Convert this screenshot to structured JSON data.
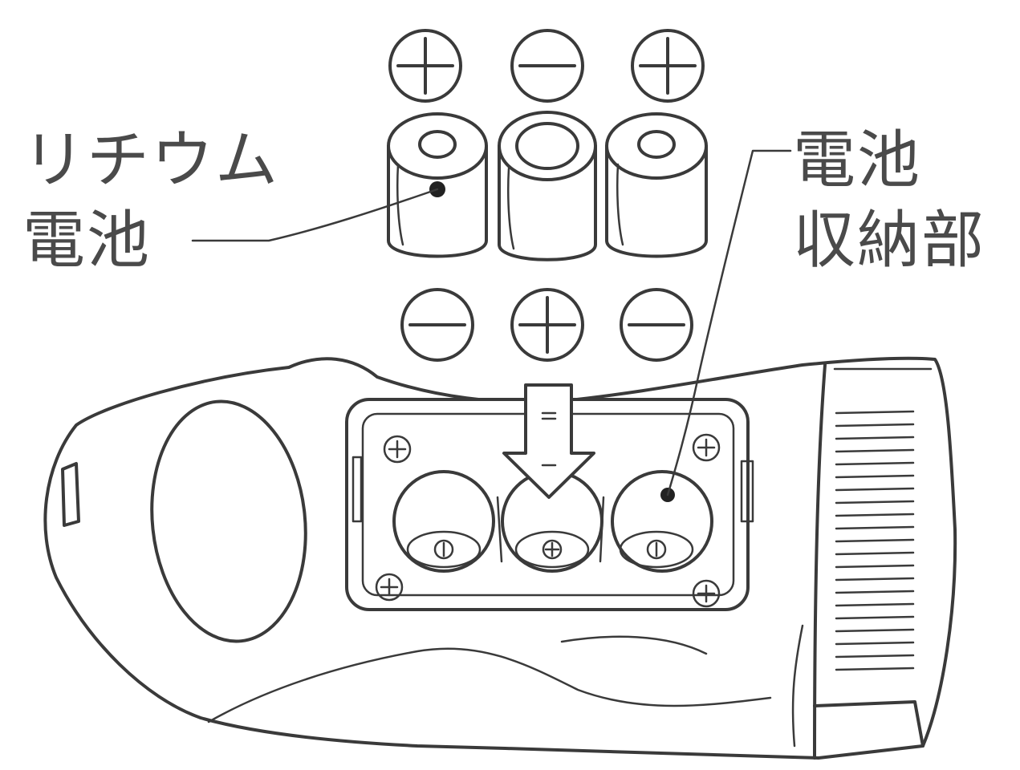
{
  "labels": {
    "lithium_line1": "リチウム",
    "lithium_line2": "電池",
    "compartment_line1": "電池",
    "compartment_line2": "収納部"
  },
  "top_polarities": [
    "+",
    "−",
    "+"
  ],
  "bottom_polarities": [
    "−",
    "+",
    "−"
  ],
  "colors": {
    "ink": "#3a3a3a",
    "text": "#4a4a4a",
    "background": "#ffffff"
  }
}
